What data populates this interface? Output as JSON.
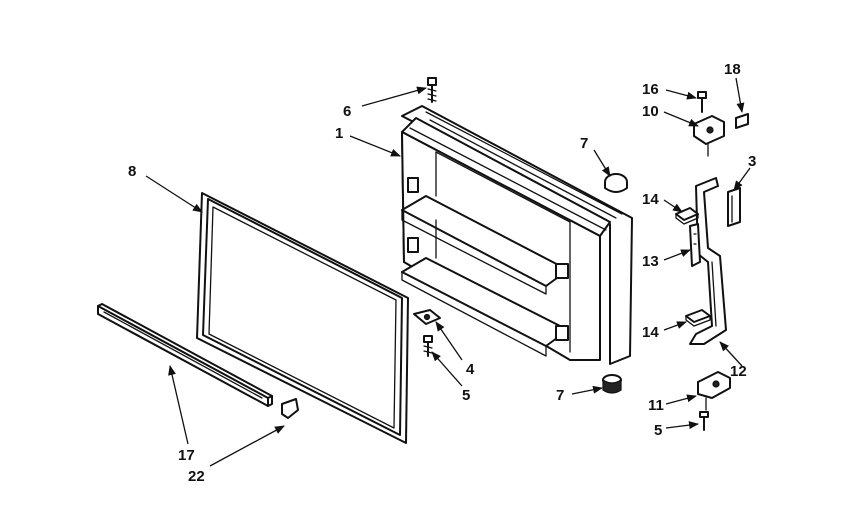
{
  "callouts": [
    {
      "id": "c6",
      "text": "6"
    },
    {
      "id": "c1",
      "text": "1"
    },
    {
      "id": "c8",
      "text": "8"
    },
    {
      "id": "c7top",
      "text": "7"
    },
    {
      "id": "c7bot",
      "text": "7"
    },
    {
      "id": "c4",
      "text": "4"
    },
    {
      "id": "c5mid",
      "text": "5"
    },
    {
      "id": "c17",
      "text": "17"
    },
    {
      "id": "c22",
      "text": "22"
    },
    {
      "id": "c16",
      "text": "16"
    },
    {
      "id": "c18",
      "text": "18"
    },
    {
      "id": "c10",
      "text": "10"
    },
    {
      "id": "c3",
      "text": "3"
    },
    {
      "id": "c14a",
      "text": "14"
    },
    {
      "id": "c13",
      "text": "13"
    },
    {
      "id": "c14b",
      "text": "14"
    },
    {
      "id": "c12",
      "text": "12"
    },
    {
      "id": "c11",
      "text": "11"
    },
    {
      "id": "c5bot",
      "text": "5"
    }
  ]
}
